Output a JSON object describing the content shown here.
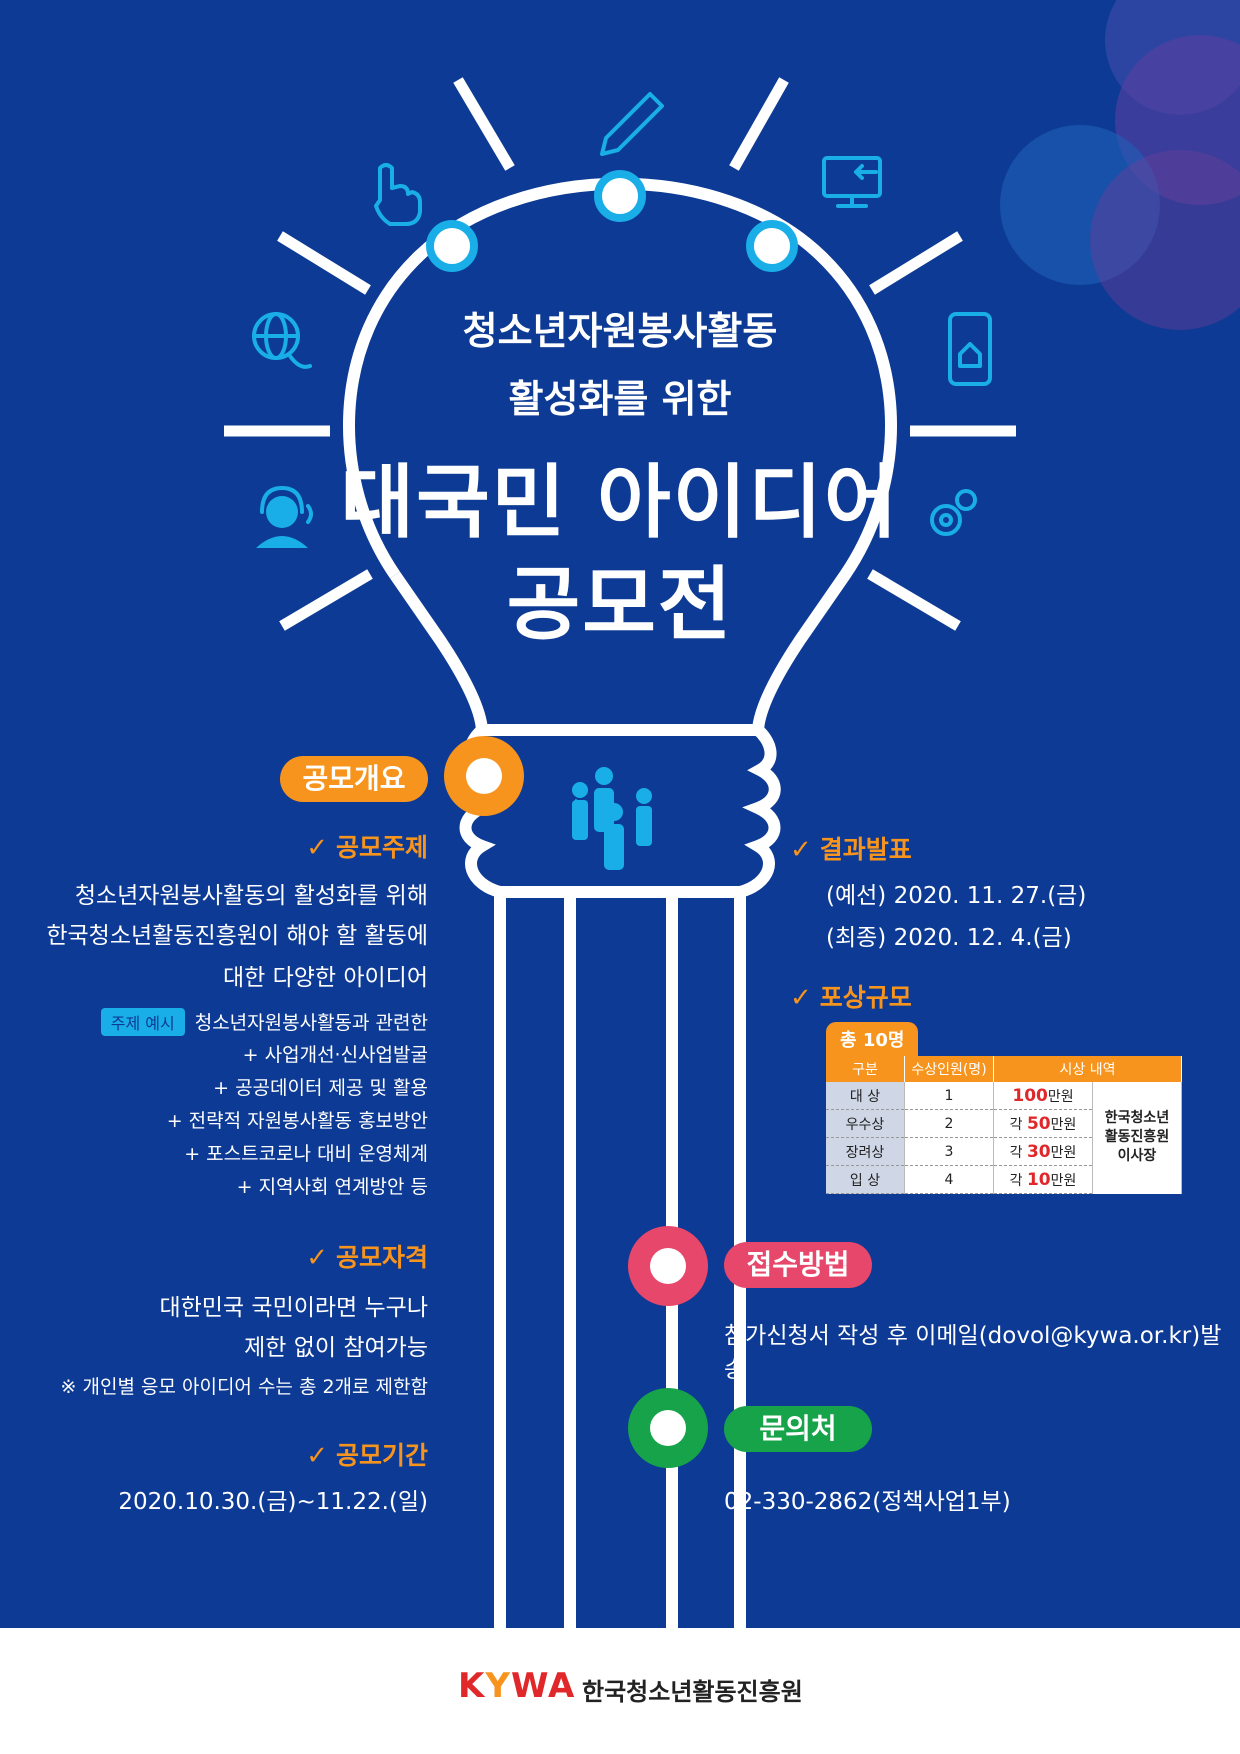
{
  "header": {
    "title_line1": "청소년자원봉사활동",
    "title_line2": "활성화를 위한",
    "main_title_line1": "대국민 아이디어",
    "main_title_line2": "공모전"
  },
  "overview": {
    "badge": "공모개요",
    "topic": {
      "heading": "공모주제",
      "lines": [
        "청소년자원봉사활동의 활성화를 위해",
        "한국청소년활동진흥원이 해야 할 활동에",
        "대한 다양한 아이디어"
      ],
      "example_tag": "주제 예시",
      "examples": [
        "청소년자원봉사활동과 관련한",
        "+ 사업개선·신사업발굴",
        "+ 공공데이터 제공 및 활용",
        "+ 전략적 자원봉사활동 홍보방안",
        "+ 포스트코로나 대비 운영체계",
        "+ 지역사회 연계방안 등"
      ]
    },
    "eligibility": {
      "heading": "공모자격",
      "lines": [
        "대한민국 국민이라면 누구나",
        "제한 없이 참여가능"
      ],
      "note": "※ 개인별 응모 아이디어 수는 총 2개로 제한함"
    },
    "period": {
      "heading": "공모기간",
      "value": "2020.10.30.(금)~11.22.(일)"
    }
  },
  "results": {
    "heading": "결과발표",
    "prelim": "(예선) 2020. 11. 27.(금)",
    "final": "(최종) 2020. 12. 4.(금)"
  },
  "awards": {
    "heading": "포상규모",
    "total": "총 10명",
    "columns": [
      "구분",
      "수상인원(명)",
      "시상 내역"
    ],
    "rows": [
      {
        "category": "대  상",
        "count": "1",
        "amount": "100",
        "unit": "만원",
        "prefix": ""
      },
      {
        "category": "우수상",
        "count": "2",
        "amount": "50",
        "unit": "만원",
        "prefix": "각 "
      },
      {
        "category": "장려상",
        "count": "3",
        "amount": "30",
        "unit": "만원",
        "prefix": "각 "
      },
      {
        "category": "입  상",
        "count": "4",
        "amount": "10",
        "unit": "만원",
        "prefix": "각 "
      }
    ],
    "giver_lines": [
      "한국청소년",
      "활동진흥원",
      "이사장"
    ]
  },
  "submission": {
    "badge": "접수방법",
    "text": "참가신청서 작성 후 이메일(dovol@kywa.or.kr)발송"
  },
  "contact": {
    "badge": "문의처",
    "text": "02-330-2862(정책사업1부)"
  },
  "footer": {
    "logo_k": "K",
    "logo_y": "Y",
    "logo_w": "W",
    "logo_a": "A",
    "org_name": "한국청소년활동진흥원"
  },
  "colors": {
    "background": "#0c3a94",
    "orange": "#f7941d",
    "pink": "#e6476a",
    "green": "#17a34a",
    "cyan": "#19aee8",
    "logo_red": "#e0282b"
  }
}
